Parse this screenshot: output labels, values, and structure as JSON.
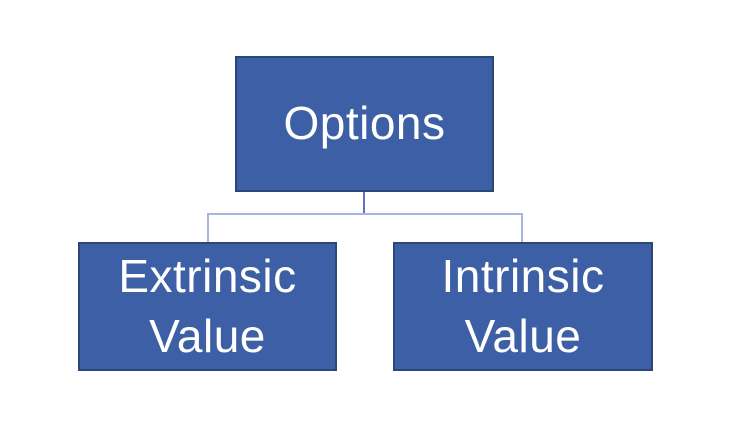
{
  "diagram": {
    "type": "hierarchy",
    "root": {
      "id": "options",
      "label": "Options"
    },
    "children": [
      {
        "id": "extrinsic-value",
        "label": "Extrinsic Value",
        "parent": "options"
      },
      {
        "id": "intrinsic-value",
        "label": "Intrinsic Value",
        "parent": "options"
      }
    ]
  },
  "colors": {
    "node_fill": "#3D5FA5",
    "node_border": "#2D4678",
    "connector": "#A9B6DC",
    "connector_stub": "#5B76B9",
    "text": "#FFFFFF",
    "background": "#FFFFFF"
  }
}
